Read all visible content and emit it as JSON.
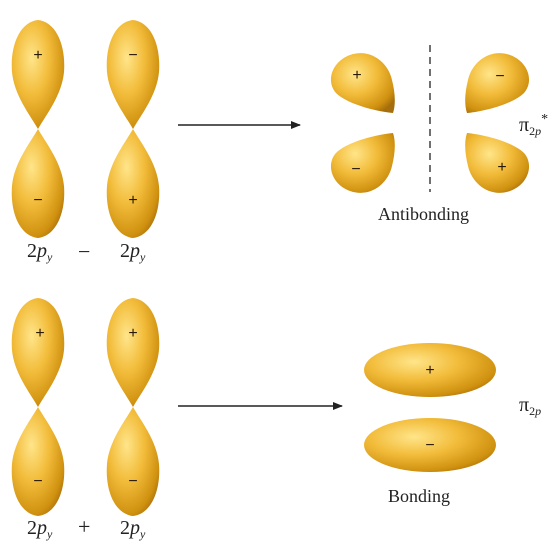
{
  "signs": {
    "plus": "+",
    "minus": "−"
  },
  "top_row": {
    "left_orbital": {
      "base": "2",
      "letter": "p",
      "sub": "y"
    },
    "operator": "−",
    "right_orbital": {
      "base": "2",
      "letter": "p",
      "sub": "y"
    },
    "result_caption": "Antibonding",
    "result_label": {
      "symbol": "π",
      "sub_num": "2",
      "sub_letter": "p",
      "sup": "*"
    }
  },
  "bottom_row": {
    "left_orbital": {
      "base": "2",
      "letter": "p",
      "sub": "y"
    },
    "operator": "+",
    "right_orbital": {
      "base": "2",
      "letter": "p",
      "sub": "y"
    },
    "result_caption": "Bonding",
    "result_label": {
      "symbol": "π",
      "sub_num": "2",
      "sub_letter": "p"
    }
  },
  "colors": {
    "lobe_light": "#ffe58a",
    "lobe_mid": "#f0b632",
    "lobe_dark": "#a66f0c",
    "arrow": "#222222",
    "node_line": "#333333"
  }
}
